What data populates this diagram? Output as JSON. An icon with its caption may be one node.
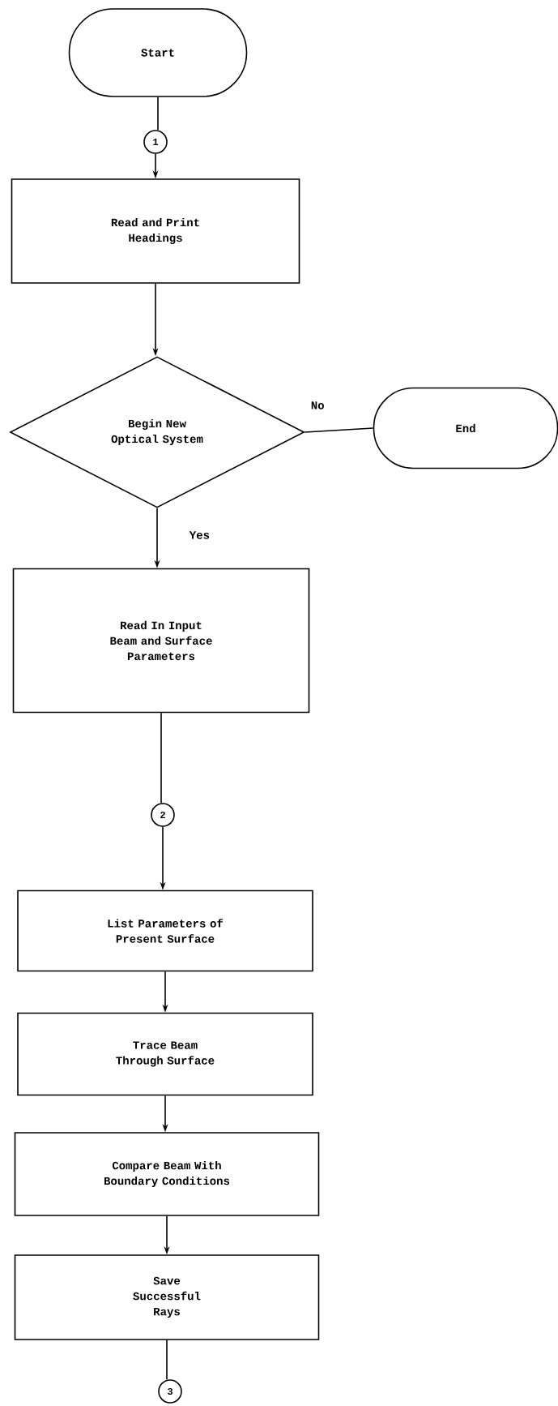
{
  "diagram": {
    "nodes": [
      {
        "text": [
          "Start"
        ]
      },
      {
        "text": [
          "1"
        ]
      },
      {
        "text": [
          "Read and Print Headings"
        ]
      },
      {
        "text": [
          "Begin New Optical System"
        ]
      },
      {
        "text": [
          "End"
        ]
      },
      {
        "text": [
          "Read In Input Beam and Surface Parameters"
        ]
      },
      {
        "text": [
          "2"
        ]
      },
      {
        "text": [
          "List Parameters of Present Surface"
        ]
      },
      {
        "text": [
          "Trace Beam Through Surface"
        ]
      },
      {
        "text": [
          "Compare Beam With Boundary Conditions"
        ]
      },
      {
        "text": [
          "Save Successful Rays"
        ]
      },
      {
        "text": [
          "3"
        ]
      }
    ],
    "edges": [
      {
        "from": 0,
        "to": 1,
        "arrow": "none"
      },
      {
        "from": 1,
        "to": 2,
        "arrow": "to"
      },
      {
        "from": 2,
        "to": 3,
        "arrow": "to"
      },
      {
        "from": 3,
        "to": 4,
        "arrow": "none",
        "label": "No"
      },
      {
        "from": 3,
        "to": 5,
        "arrow": "to",
        "label": "Yes"
      },
      {
        "from": 5,
        "to": 6,
        "arrow": "none"
      },
      {
        "from": 6,
        "to": 7,
        "arrow": "to"
      },
      {
        "from": 7,
        "to": 8,
        "arrow": "to"
      },
      {
        "from": 8,
        "to": 9,
        "arrow": "to"
      },
      {
        "from": 9,
        "to": 10,
        "arrow": "to"
      },
      {
        "from": 10,
        "to": 11,
        "arrow": "none"
      }
    ]
  }
}
